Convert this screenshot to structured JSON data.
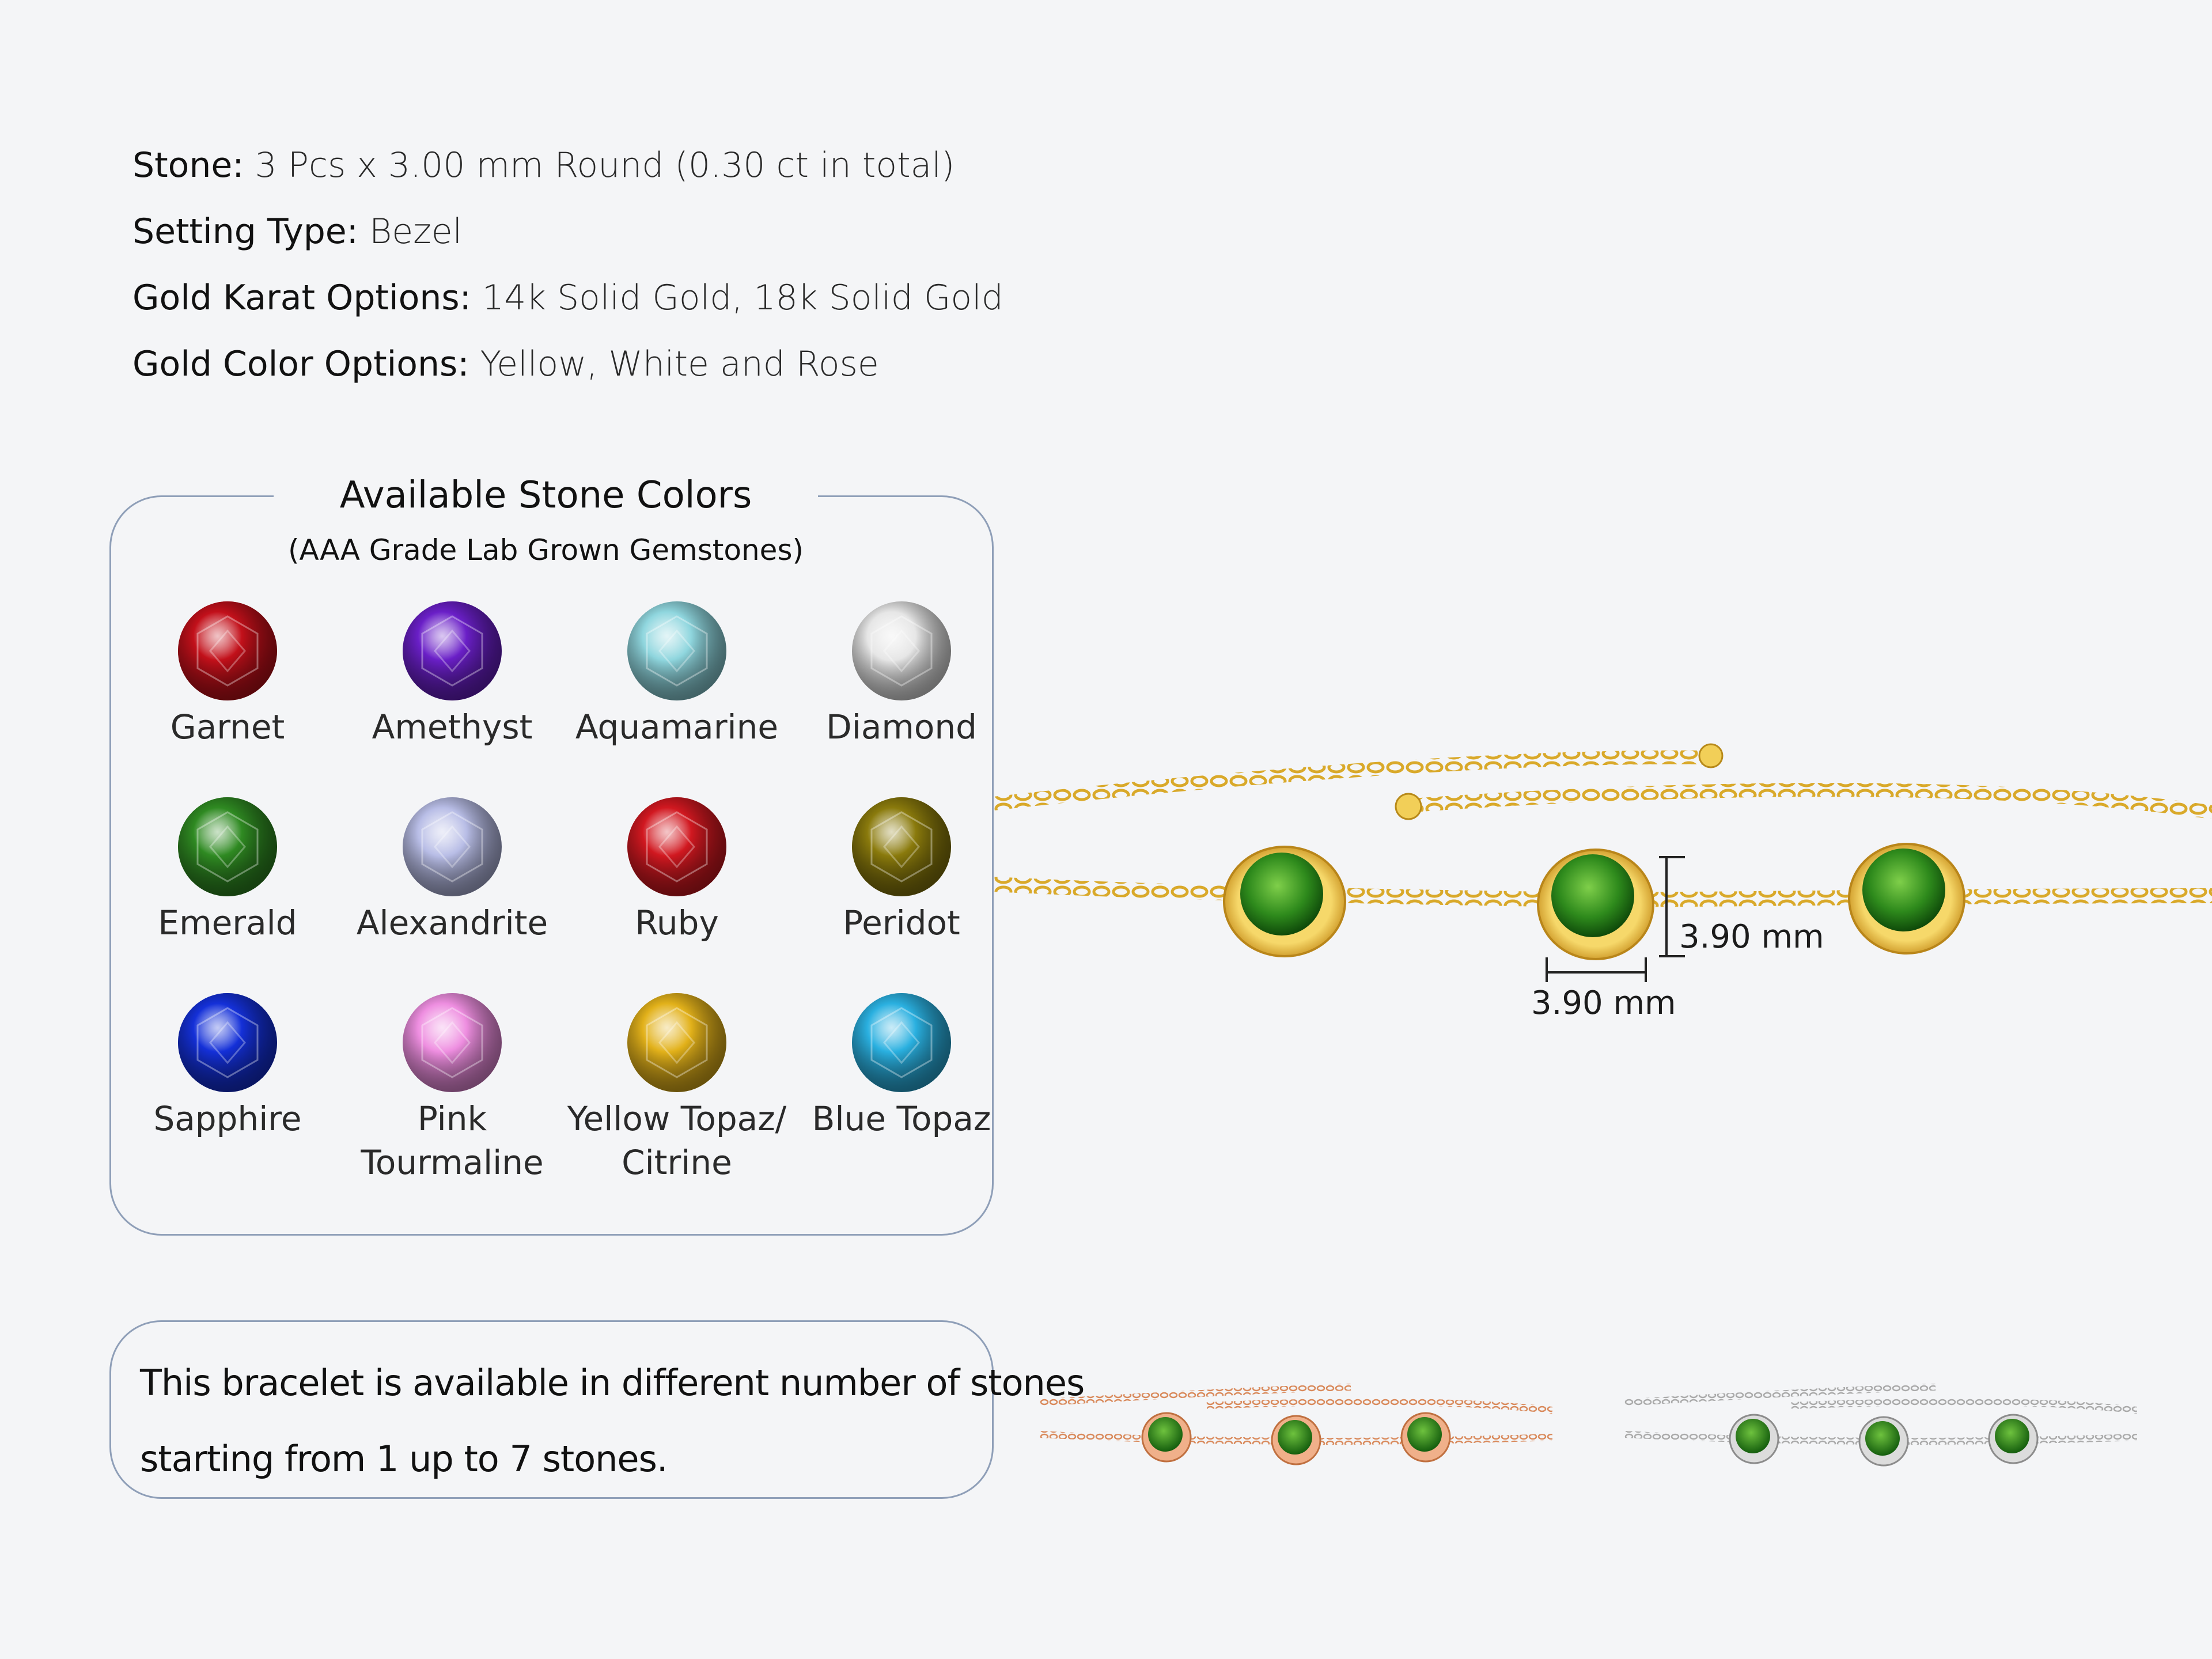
{
  "specs": [
    {
      "key": "Stone:",
      "value": " 3 Pcs x 3.00 mm Round (0.30 ct in total)"
    },
    {
      "key": "Setting Type:",
      "value": " Bezel"
    },
    {
      "key": "Gold Karat Options:",
      "value": " 14k Solid Gold, 18k Solid Gold"
    },
    {
      "key": "Gold Color Options:",
      "value": " Yellow, White and Rose"
    }
  ],
  "stone_colors": {
    "title": "Available Stone Colors",
    "subtitle": "(AAA Grade Lab Grown Gemstones)",
    "gems": [
      {
        "name": "Garnet",
        "color": "#c2101a"
      },
      {
        "name": "Amethyst",
        "color": "#6a1fc7"
      },
      {
        "name": "Aquamarine",
        "color": "#8fd6de"
      },
      {
        "name": "Diamond",
        "color": "#e6e6e6"
      },
      {
        "name": "Emerald",
        "color": "#2f8a22"
      },
      {
        "name": "Alexandrite",
        "color": "#b8bde6"
      },
      {
        "name": "Ruby",
        "color": "#d11820"
      },
      {
        "name": "Peridot",
        "color": "#8a7a0c"
      },
      {
        "name": "Sapphire",
        "color": "#1430d8"
      },
      {
        "name": "Pink\nTourmaline",
        "color": "#ee8ee0"
      },
      {
        "name": "Yellow Topaz/\nCitrine",
        "color": "#e2b11a"
      },
      {
        "name": "Blue Topaz",
        "color": "#2ab0e0"
      }
    ]
  },
  "note": {
    "line1": "This bracelet is available in different number of stones",
    "line2": "starting from 1 up to 7 stones."
  },
  "dimensions": {
    "height": "3.90 mm",
    "width": "3.90 mm"
  },
  "colors": {
    "gold_yellow": "#d9a92a",
    "gold_rose": "#d98a5c",
    "gold_white": "#b8b8b8",
    "stone_green": "#2e8a1c"
  }
}
